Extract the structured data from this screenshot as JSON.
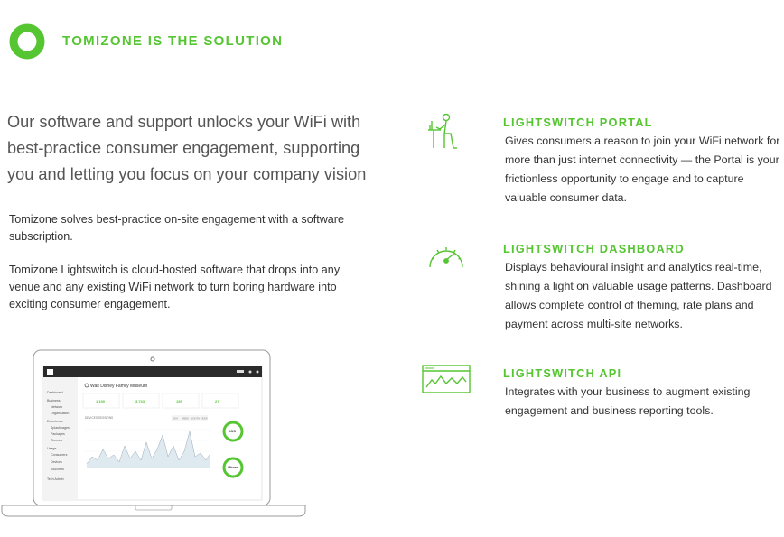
{
  "header": {
    "title": "TOMIZONE IS THE SOLUTION"
  },
  "intro": {
    "tagline": "Our software and support unlocks your WiFi with best-practice consumer engagement, supporting you and letting you focus on your company vision",
    "paragraphs": [
      "Tomizone solves best-practice on-site engagement with a software subscription.",
      "Tomizone Lightswitch is cloud-hosted software that drops into any venue and any existing WiFi network to turn boring hardware into exciting consumer engagement."
    ]
  },
  "features": [
    {
      "title": "LIGHTSWITCH PORTAL",
      "icon": "person-at-desk-icon",
      "description": "Gives consumers a reason to join your WiFi network for more than just internet connectivity — the Portal is your frictionless opportunity to engage and to capture valuable consumer data."
    },
    {
      "title": "LIGHTSWITCH DASHBOARD",
      "icon": "speedometer-gauge-icon",
      "description": "Displays behavioural insight and analytics real-time, shining a light on valuable usage patterns. Dashboard allows complete control of theming, rate plans and payment across multi-site networks."
    },
    {
      "title": "LIGHTSWITCH API",
      "icon": "browser-chart-icon",
      "description": "Integrates with your business to augment existing engagement and business reporting tools."
    }
  ],
  "laptop_screen": {
    "venue_title": "Walt Disney Family Museum",
    "nav_items": [
      "Dashboard",
      "Business",
      "Network",
      "Organisation",
      "Experience",
      "Splashpages",
      "Packages",
      "Themes",
      "Usage",
      "Consumers",
      "Devices",
      "Vouchers",
      "Tech Admin"
    ],
    "stats": [
      "1,190",
      "3,733",
      "195",
      "27"
    ],
    "chart_label": "DEVICES SESSIONS",
    "range_tabs": [
      "DAY",
      "WEEK",
      "MONTH",
      "YEAR"
    ],
    "donut1": "iOS",
    "donut2": "iPhone",
    "colors": {
      "accent": "#55c531",
      "sidebar": "#2b2b2b"
    }
  },
  "colors": {
    "brand_green": "#55c531",
    "text": "#333333"
  }
}
